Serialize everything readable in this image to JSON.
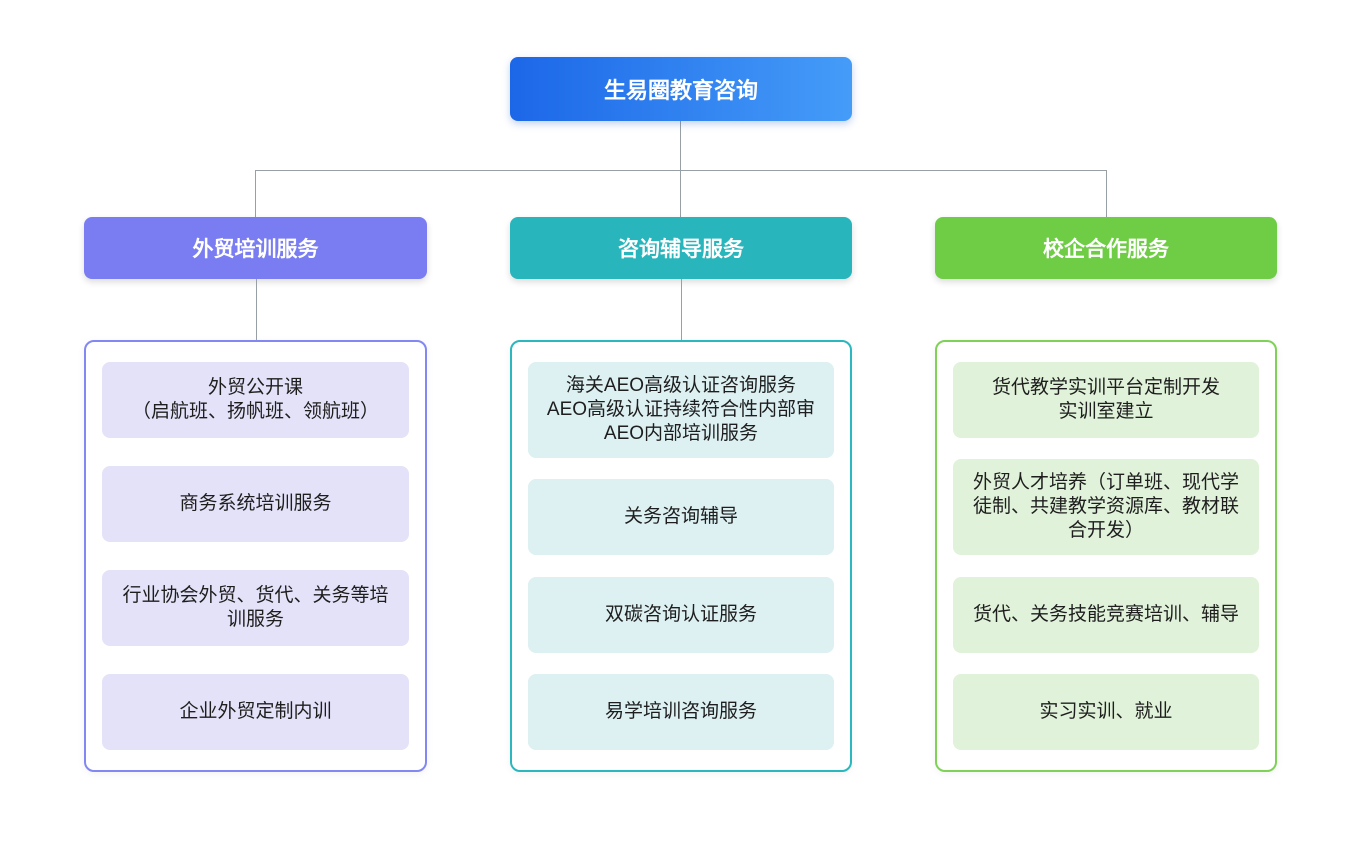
{
  "root": {
    "label": "生易圈教育咨询"
  },
  "colors": {
    "page_bg": "#FFFFFF",
    "root_gradient_start": "#1C67E8",
    "root_gradient_end": "#459CF8",
    "connector": "#98A0A6",
    "node_text": "#FFFFFF",
    "item_text": "#1E1E1E",
    "branch1": "#7A7DF2",
    "branch1_border": "#8387F3",
    "branch1_item_bg": "#E4E2F8",
    "branch2": "#28B5BC",
    "branch2_border": "#2BB7BE",
    "branch2_item_bg": "#DDF0F2",
    "branch3": "#6FCC45",
    "branch3_border": "#7ED256",
    "branch3_item_bg": "#E0F2D9"
  },
  "branches": [
    {
      "label": "外贸培训服务",
      "items": [
        [
          "外贸公开课",
          "（启航班、扬帆班、领航班）"
        ],
        "商务系统培训服务",
        "行业协会外贸、货代、关务等培训服务",
        "企业外贸定制内训"
      ]
    },
    {
      "label": "咨询辅导服务",
      "items": [
        [
          "海关AEO高级认证咨询服务",
          "AEO高级认证持续符合性内部审",
          "AEO内部培训服务"
        ],
        "关务咨询辅导",
        "双碳咨询认证服务",
        "易学培训咨询服务"
      ]
    },
    {
      "label": "校企合作服务",
      "items": [
        [
          "货代教学实训平台定制开发",
          "实训室建立"
        ],
        "外贸人才培养（订单班、现代学徒制、共建教学资源库、教材联合开发）",
        "货代、关务技能竞赛培训、辅导",
        "实习实训、就业"
      ]
    }
  ]
}
